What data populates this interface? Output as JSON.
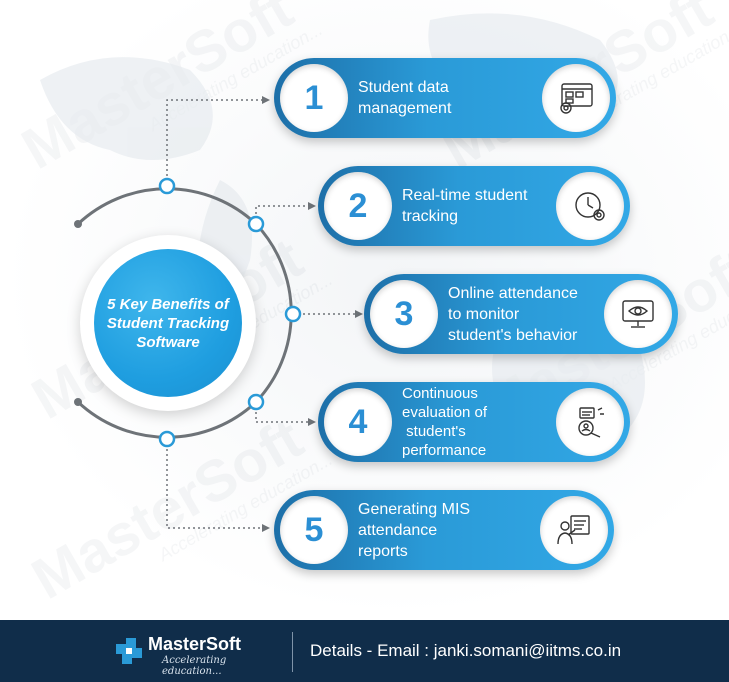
{
  "center": {
    "title": "5 Key Benefits of Student Tracking Software"
  },
  "benefits": [
    {
      "number": "1",
      "lines": [
        "Student data",
        "management"
      ],
      "icon": "dashboard-gear-icon"
    },
    {
      "number": "2",
      "lines": [
        "Real-time student",
        "tracking"
      ],
      "icon": "clock-gear-icon"
    },
    {
      "number": "3",
      "lines": [
        "Online attendance",
        "to monitor",
        "student's behavior"
      ],
      "icon": "monitor-eye-icon"
    },
    {
      "number": "4",
      "lines": [
        "Continuous",
        "evaluation of",
        " student's",
        "performance"
      ],
      "icon": "magnifier-person-icon"
    },
    {
      "number": "5",
      "lines": [
        "Generating MIS",
        "attendance",
        "reports"
      ],
      "icon": "presenter-board-icon"
    }
  ],
  "footer": {
    "brand": "MasterSoft",
    "tagline": "Accelerating education...",
    "contact": "Details - Email : janki.somani@iitms.co.in"
  },
  "colors": {
    "accent": "#2a9ad7",
    "pill_dark": "#1d6fa8",
    "footer_bg": "#102d4a",
    "arc": "#6e7378"
  }
}
